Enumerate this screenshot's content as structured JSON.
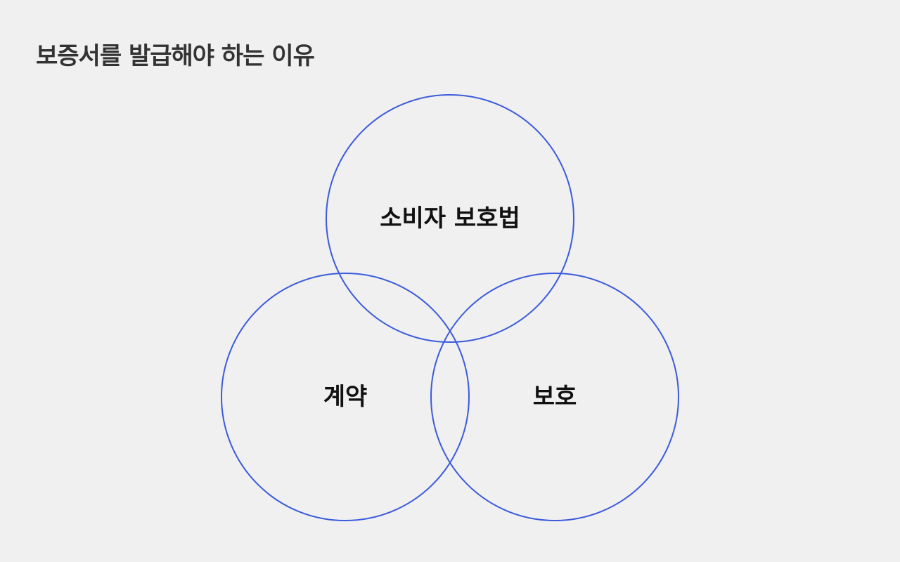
{
  "title": "보증서를 발급해야 하는 이유",
  "diagram": {
    "type": "venn",
    "stroke_color": "#3b5bdb",
    "sets": [
      {
        "id": "top",
        "label": "소비자 보호법"
      },
      {
        "id": "left",
        "label": "계약"
      },
      {
        "id": "right",
        "label": "보호"
      }
    ]
  }
}
